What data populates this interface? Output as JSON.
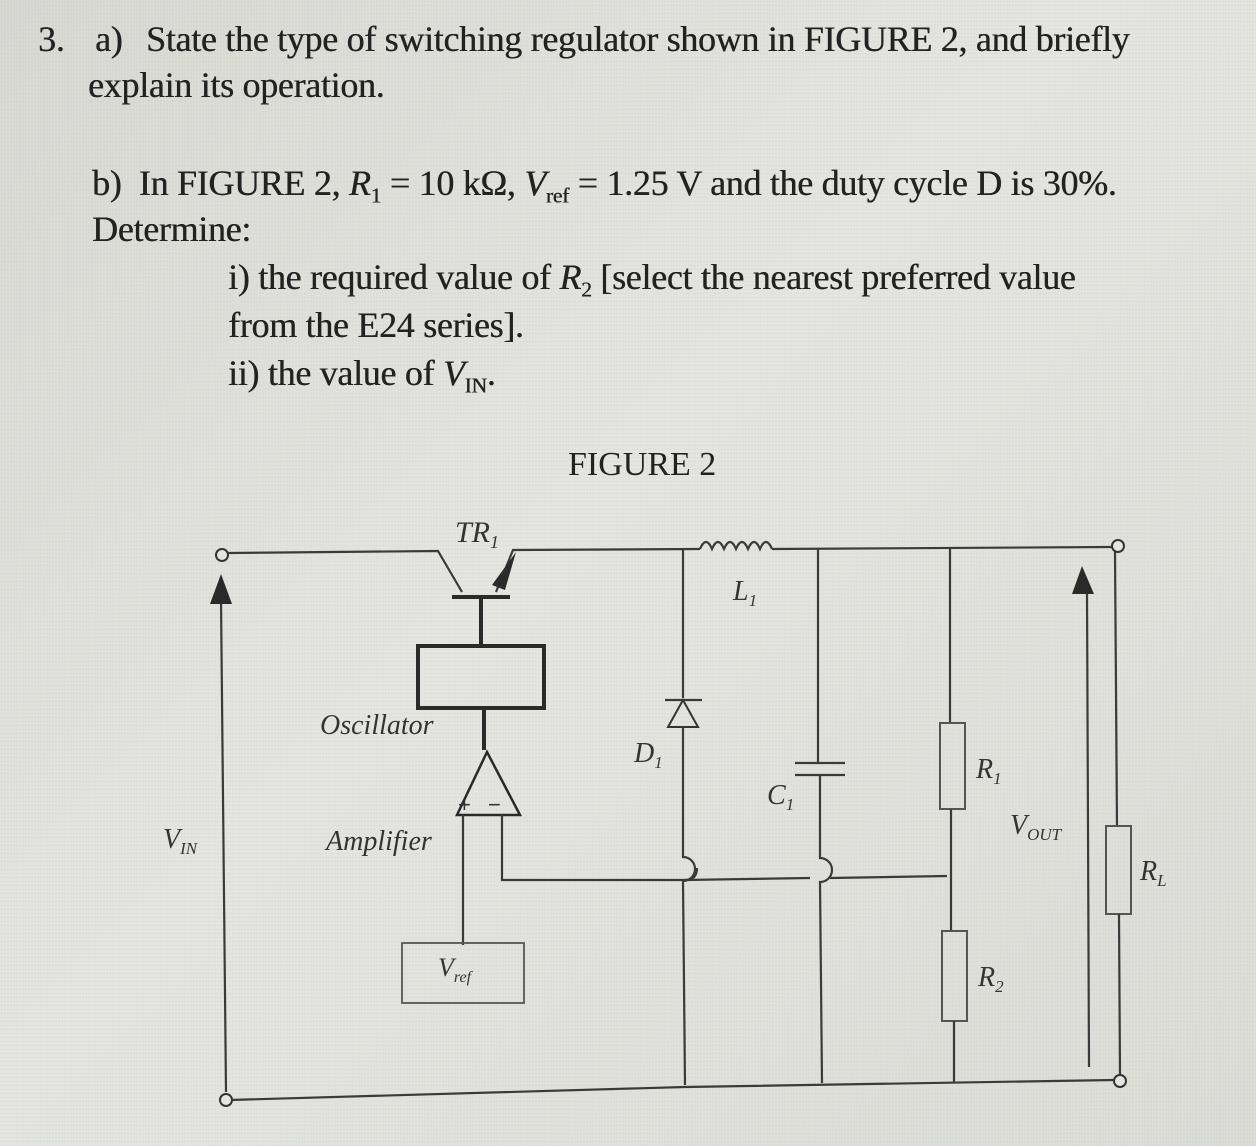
{
  "question": {
    "number": "3.",
    "part_a": {
      "label": "a)",
      "line1": "State the type of switching regulator shown in FIGURE 2, and briefly",
      "line2": "explain its operation."
    },
    "part_b": {
      "label": "b)",
      "intro_pre": "In FIGURE 2,",
      "r1_sym": "R",
      "r1_sub": "1",
      "r1_val": " = 10 kΩ,",
      "vref_sym": "V",
      "vref_sub": "ref",
      "vref_val": " = 1.25 V and the duty cycle D is 30%.",
      "determine": "Determine:",
      "i_line1_pre": "i) the required value of ",
      "i_r2_sym": "R",
      "i_r2_sub": "2",
      "i_line1_post": " [select the nearest preferred value",
      "i_line2": "from the E24 series].",
      "ii_pre": "ii) the value of ",
      "ii_sym": "V",
      "ii_sub": "IN",
      "ii_post": "."
    }
  },
  "figure": {
    "caption": "FIGURE 2",
    "labels": {
      "tr1": "TR",
      "tr1_sub": "1",
      "l1": "L",
      "l1_sub": "1",
      "oscillator": "Oscillator",
      "amplifier": "Amplifier",
      "plus": "+",
      "minus": "−",
      "d1": "D",
      "d1_sub": "1",
      "c1": "C",
      "c1_sub": "1",
      "r1": "R",
      "r1_sub": "1",
      "r2": "R",
      "r2_sub": "2",
      "rl": "R",
      "rl_sub": "L",
      "vin": "V",
      "vin_sub": "IN",
      "vout": "V",
      "vout_sub": "OUT",
      "vref": "V",
      "vref_sub": "ref"
    }
  }
}
